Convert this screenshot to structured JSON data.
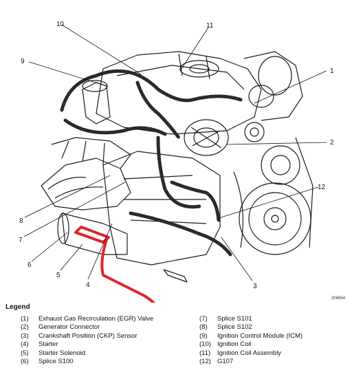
{
  "figure_id": "206654",
  "callouts": [
    "1",
    "2",
    "3",
    "4",
    "5",
    "6",
    "7",
    "8",
    "9",
    "10",
    "11",
    "12"
  ],
  "legend": {
    "title": "Legend",
    "left": [
      {
        "num": "(1)",
        "label": "Exhaust Gas Recirculation (EGR) Valve"
      },
      {
        "num": "(2)",
        "label": "Generator Connector"
      },
      {
        "num": "(3)",
        "label": "Crankshaft Position (CKP) Sensor"
      },
      {
        "num": "(4)",
        "label": "Starter"
      },
      {
        "num": "(5)",
        "label": "Starter Solenoid"
      },
      {
        "num": "(6)",
        "label": "Splice S100"
      }
    ],
    "right": [
      {
        "num": "(7)",
        "label": "Splice S101"
      },
      {
        "num": "(8)",
        "label": "Splice S102"
      },
      {
        "num": "(9)",
        "label": "Ignition Control Module (ICM)"
      },
      {
        "num": "(10)",
        "label": "Ignition Coil"
      },
      {
        "num": "(11)",
        "label": "Ignition Coil Assembly"
      },
      {
        "num": "(12)",
        "label": "G107"
      }
    ]
  },
  "colors": {
    "annotation": "#e0242c",
    "linework": "#1a1a1a",
    "harness": "#2a2a2a"
  }
}
